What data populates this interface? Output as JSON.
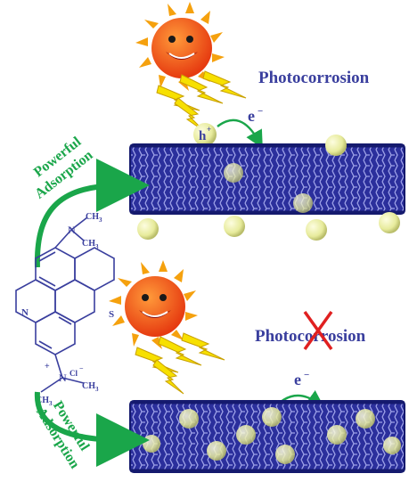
{
  "top_panel": {
    "title": "Photocorrosion",
    "hole_label": "h",
    "hole_sup": "+",
    "electron_label": "e",
    "electron_sup": "−",
    "adsorption_line1": "Powerful",
    "adsorption_line2": "Adsorption"
  },
  "bottom_panel": {
    "title": "Photocorrosion",
    "electron_label": "e",
    "electron_sup": "−",
    "adsorption_line1": "Powerful",
    "adsorption_line2": "Adsorption"
  },
  "molecule": {
    "n_top": "N",
    "ch3_top1": "CH",
    "ch3_top1_sub": "3",
    "ch3_top2": "CH",
    "ch3_top2_sub": "3",
    "ring_n": "N",
    "ring_s": "S",
    "plus": "+",
    "n_bottom": "N",
    "cl": "Cl",
    "cl_sup": "−",
    "ch3_bot1": "CH",
    "ch3_bot1_sub": "3",
    "ch3_bot2": "CH",
    "ch3_bot2_sub": "3"
  },
  "colors": {
    "tube": "#2b2f9c",
    "tube_dark": "#151a6e",
    "particle": "#eef0a8",
    "arrow_green": "#1aa64a",
    "text_blue": "#3a3f9e",
    "sun_orange": "#f5a10e",
    "lightning": "#f7e000",
    "cross_red": "#e02020"
  }
}
